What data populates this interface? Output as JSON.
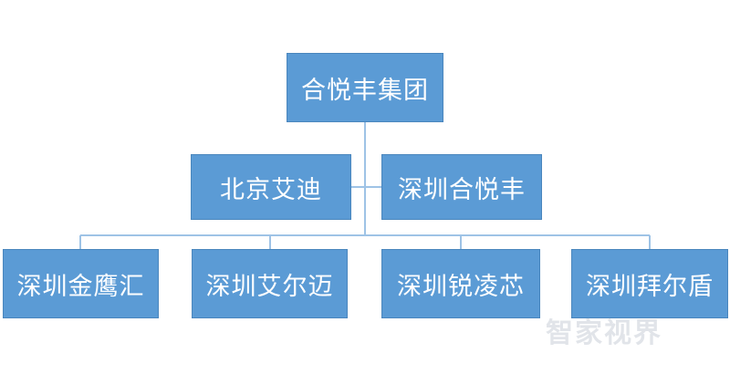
{
  "root": {
    "label": "合悦丰集团"
  },
  "level1": [
    {
      "label": "北京艾迪"
    },
    {
      "label": "深圳合悦丰"
    }
  ],
  "level2": [
    {
      "label": "深圳金鹰汇"
    },
    {
      "label": "深圳艾尔迈"
    },
    {
      "label": "深圳锐凌芯"
    },
    {
      "label": "深圳拜尔盾"
    }
  ],
  "watermark": "智家视界",
  "colors": {
    "box_fill": "#5b9bd5",
    "box_border": "#4a86bd",
    "box_text": "#ffffff",
    "connector": "#9ec3e6"
  }
}
